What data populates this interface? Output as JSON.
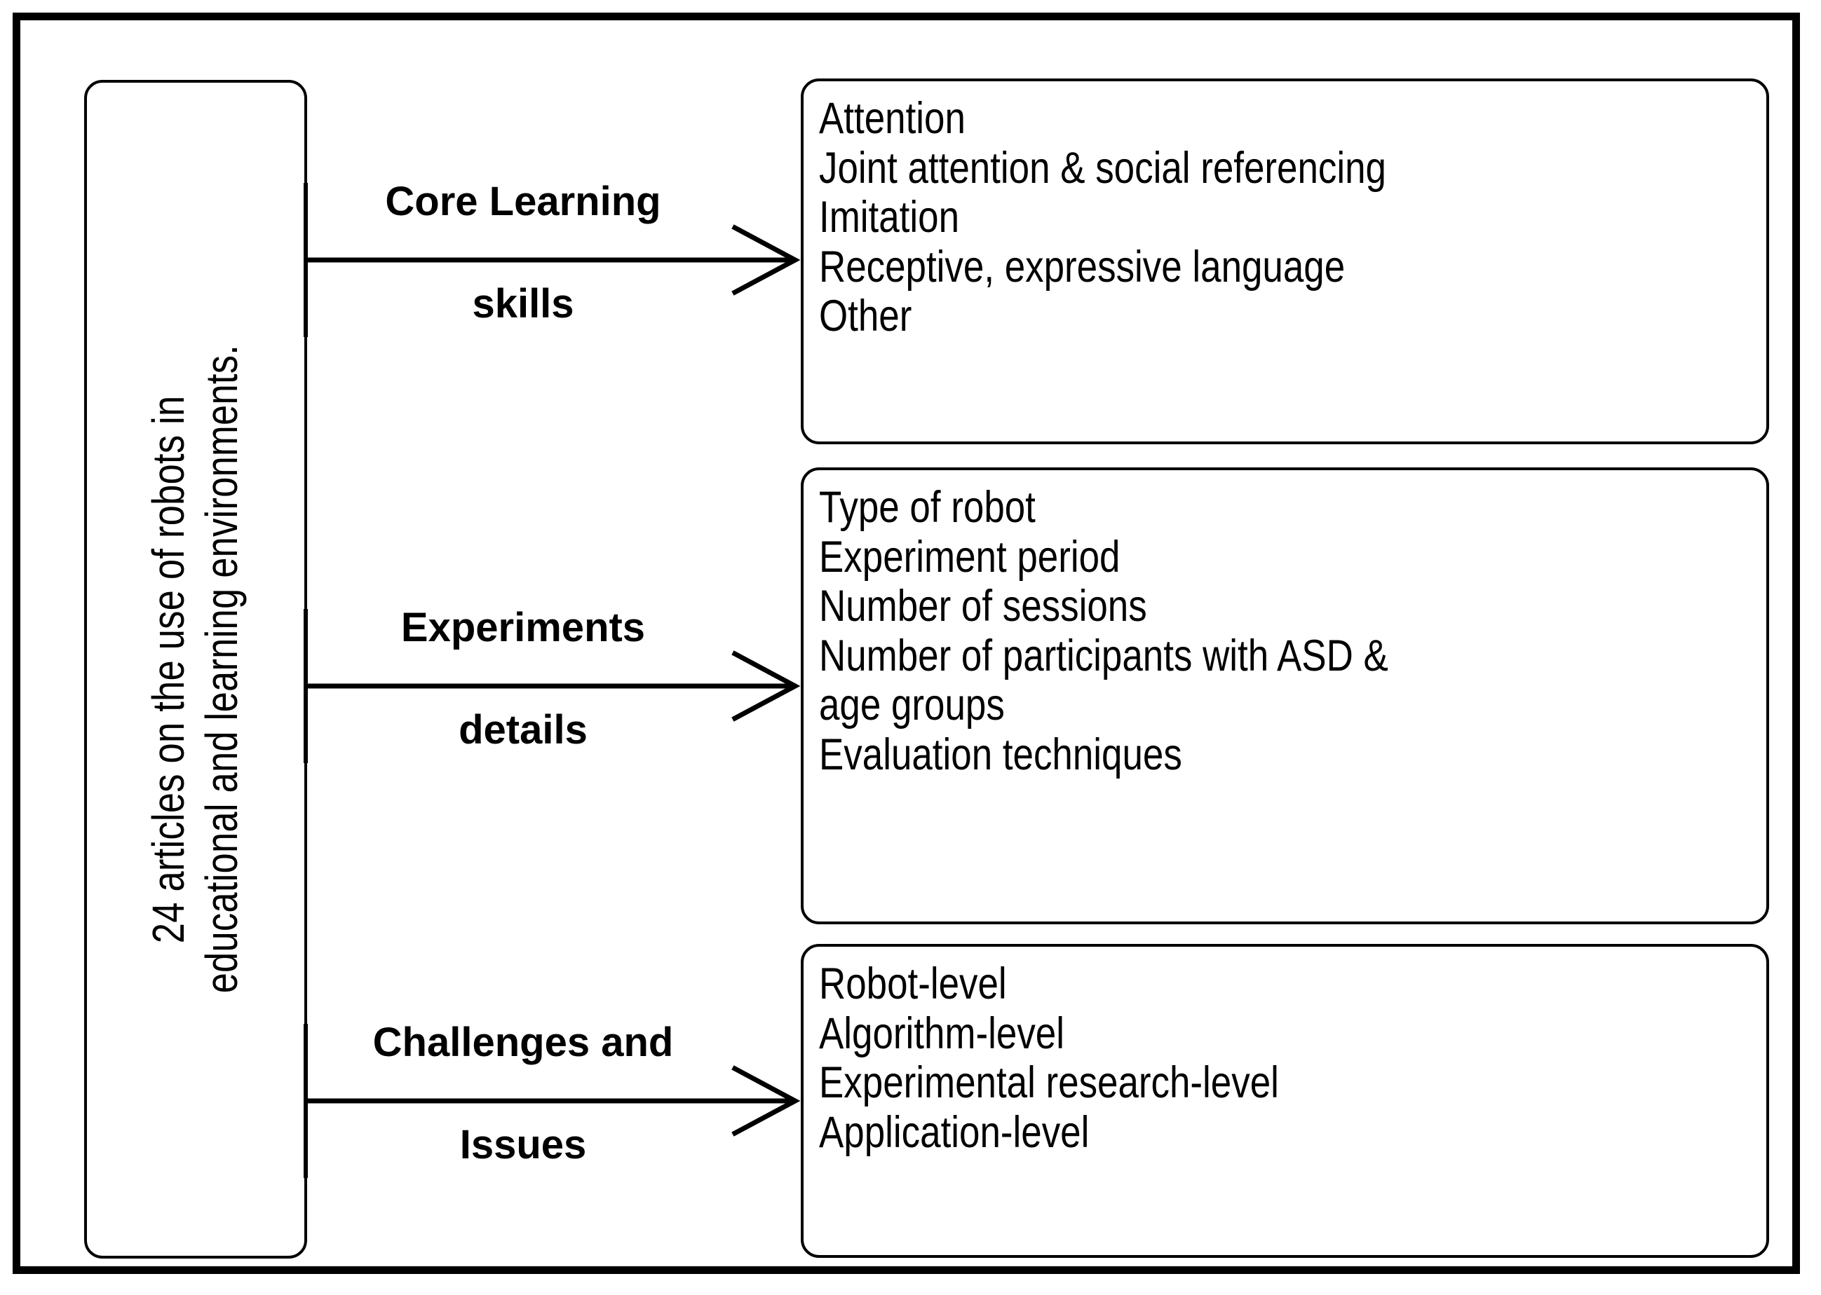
{
  "figure": {
    "title_lines": [
      "24  articles on the use of robots in",
      "educational and learning environments."
    ],
    "colors": {
      "frame": "#000000",
      "box_border": "#000000",
      "text": "#000000",
      "background": "#ffffff"
    }
  },
  "branches": [
    {
      "label_line1": "Core Learning",
      "label_line2": "skills",
      "items": [
        "Attention",
        "Joint attention & social referencing",
        "Imitation",
        "Receptive, expressive language",
        "Other"
      ]
    },
    {
      "label_line1": "Experiments",
      "label_line2": "details",
      "items": [
        "Type of robot",
        "Experiment period",
        "Number of sessions",
        "Number of participants with ASD &\nage groups",
        "Evaluation techniques"
      ]
    },
    {
      "label_line1": "Challenges and",
      "label_line2": "Issues",
      "items": [
        "Robot-level",
        "Algorithm-level",
        "Experimental research-level",
        "Application-level"
      ]
    }
  ]
}
